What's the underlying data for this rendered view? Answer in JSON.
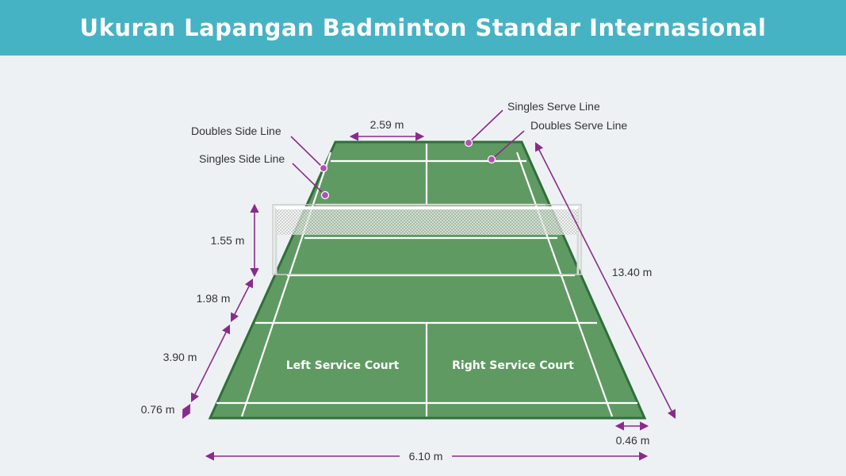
{
  "title": "Ukuran Lapangan Badminton Standar Internasional",
  "labels": {
    "doubles_side_line": "Doubles Side Line",
    "singles_side_line": "Singles Side Line",
    "singles_serve_line": "Singles Serve Line",
    "doubles_serve_line": "Doubles Serve Line",
    "left_service_court": "Left Service Court",
    "right_service_court": "Right Service Court"
  },
  "dimensions": {
    "service_width": "2.59 m",
    "net_height": "1.55 m",
    "short_service": "1.98 m",
    "long_service": "3.90 m",
    "back_alley": "0.76 m",
    "court_length": "13.40 m",
    "side_alley": "0.46 m",
    "court_width": "6.10 m"
  },
  "colors": {
    "banner": "#46b3c5",
    "court": "#5f9a63",
    "court_border": "#2f6f3a",
    "arrow": "#8a2a8c",
    "marker": "#b24fb4"
  }
}
